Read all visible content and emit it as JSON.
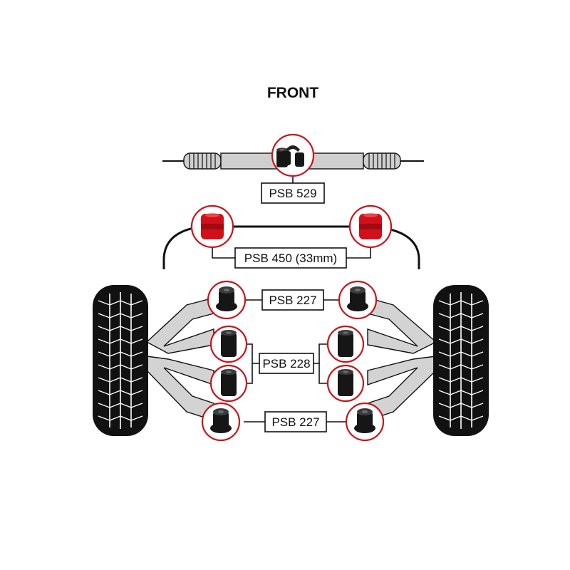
{
  "title": "FRONT",
  "labels": {
    "rack": "PSB 529",
    "antiroll": "PSB 450 (33mm)",
    "upper": "PSB 227",
    "middle": "PSB 228",
    "lower": "PSB 227"
  },
  "colors": {
    "accent_red": "#c4161c",
    "bush_red": "#d0101a",
    "bush_black": "#161616",
    "arm_gray": "#d3d3d3",
    "tyre_black": "#111111"
  }
}
